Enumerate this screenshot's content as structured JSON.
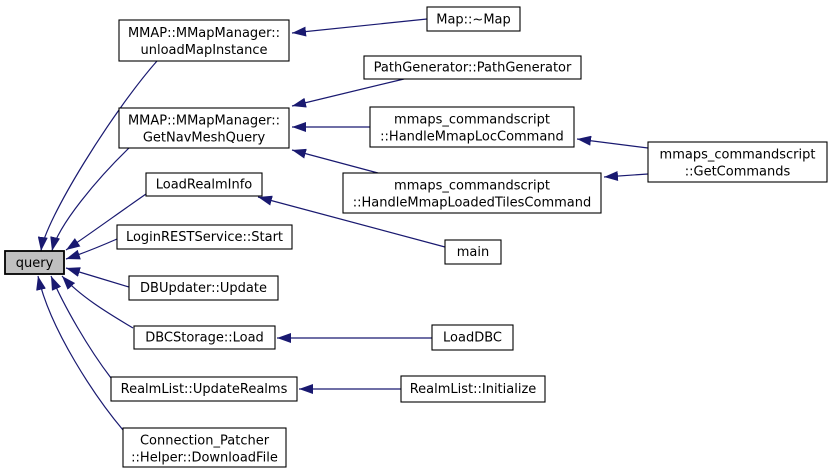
{
  "diagram": {
    "type": "doxygen-call-graph",
    "focus_node": "query",
    "colors": {
      "edge": "#191970",
      "node_border": "#000000",
      "node_fill": "#ffffff",
      "highlight_fill": "#c0c0c0",
      "text": "#000000",
      "background": "#ffffff"
    },
    "nodes": {
      "query": {
        "lines": [
          "query"
        ]
      },
      "unload_map_instance": {
        "lines": [
          "MMAP::MMapManager::",
          "unloadMapInstance"
        ]
      },
      "map_destructor": {
        "lines": [
          "Map::~Map"
        ]
      },
      "path_generator": {
        "lines": [
          "PathGenerator::PathGenerator"
        ]
      },
      "get_nav_mesh_query": {
        "lines": [
          "MMAP::MMapManager::",
          "GetNavMeshQuery"
        ]
      },
      "handle_mmap_loc_command": {
        "lines": [
          "mmaps_commandscript",
          "::HandleMmapLocCommand"
        ]
      },
      "get_commands": {
        "lines": [
          "mmaps_commandscript",
          "::GetCommands"
        ]
      },
      "load_realm_info": {
        "lines": [
          "LoadRealmInfo"
        ]
      },
      "handle_mmap_loaded_tiles_command": {
        "lines": [
          "mmaps_commandscript",
          "::HandleMmapLoadedTilesCommand"
        ]
      },
      "login_rest_service_start": {
        "lines": [
          "LoginRESTService::Start"
        ]
      },
      "main": {
        "lines": [
          "main"
        ]
      },
      "db_updater_update": {
        "lines": [
          "DBUpdater::Update"
        ]
      },
      "dbc_storage_load": {
        "lines": [
          "DBCStorage::Load"
        ]
      },
      "load_dbc": {
        "lines": [
          "LoadDBC"
        ]
      },
      "realm_list_update_realms": {
        "lines": [
          "RealmList::UpdateRealms"
        ]
      },
      "realm_list_initialize": {
        "lines": [
          "RealmList::Initialize"
        ]
      },
      "connection_patcher_download_file": {
        "lines": [
          "Connection_Patcher",
          "::Helper::DownloadFile"
        ]
      }
    },
    "edges": [
      {
        "from": "unload_map_instance",
        "to": "query"
      },
      {
        "from": "get_nav_mesh_query",
        "to": "query"
      },
      {
        "from": "load_realm_info",
        "to": "query"
      },
      {
        "from": "login_rest_service_start",
        "to": "query"
      },
      {
        "from": "db_updater_update",
        "to": "query"
      },
      {
        "from": "dbc_storage_load",
        "to": "query"
      },
      {
        "from": "realm_list_update_realms",
        "to": "query"
      },
      {
        "from": "connection_patcher_download_file",
        "to": "query"
      },
      {
        "from": "map_destructor",
        "to": "unload_map_instance"
      },
      {
        "from": "path_generator",
        "to": "get_nav_mesh_query"
      },
      {
        "from": "handle_mmap_loc_command",
        "to": "get_nav_mesh_query"
      },
      {
        "from": "handle_mmap_loaded_tiles_command",
        "to": "get_nav_mesh_query"
      },
      {
        "from": "get_commands",
        "to": "handle_mmap_loc_command"
      },
      {
        "from": "get_commands",
        "to": "handle_mmap_loaded_tiles_command"
      },
      {
        "from": "main",
        "to": "load_realm_info"
      },
      {
        "from": "load_dbc",
        "to": "dbc_storage_load"
      },
      {
        "from": "realm_list_initialize",
        "to": "realm_list_update_realms"
      }
    ]
  }
}
